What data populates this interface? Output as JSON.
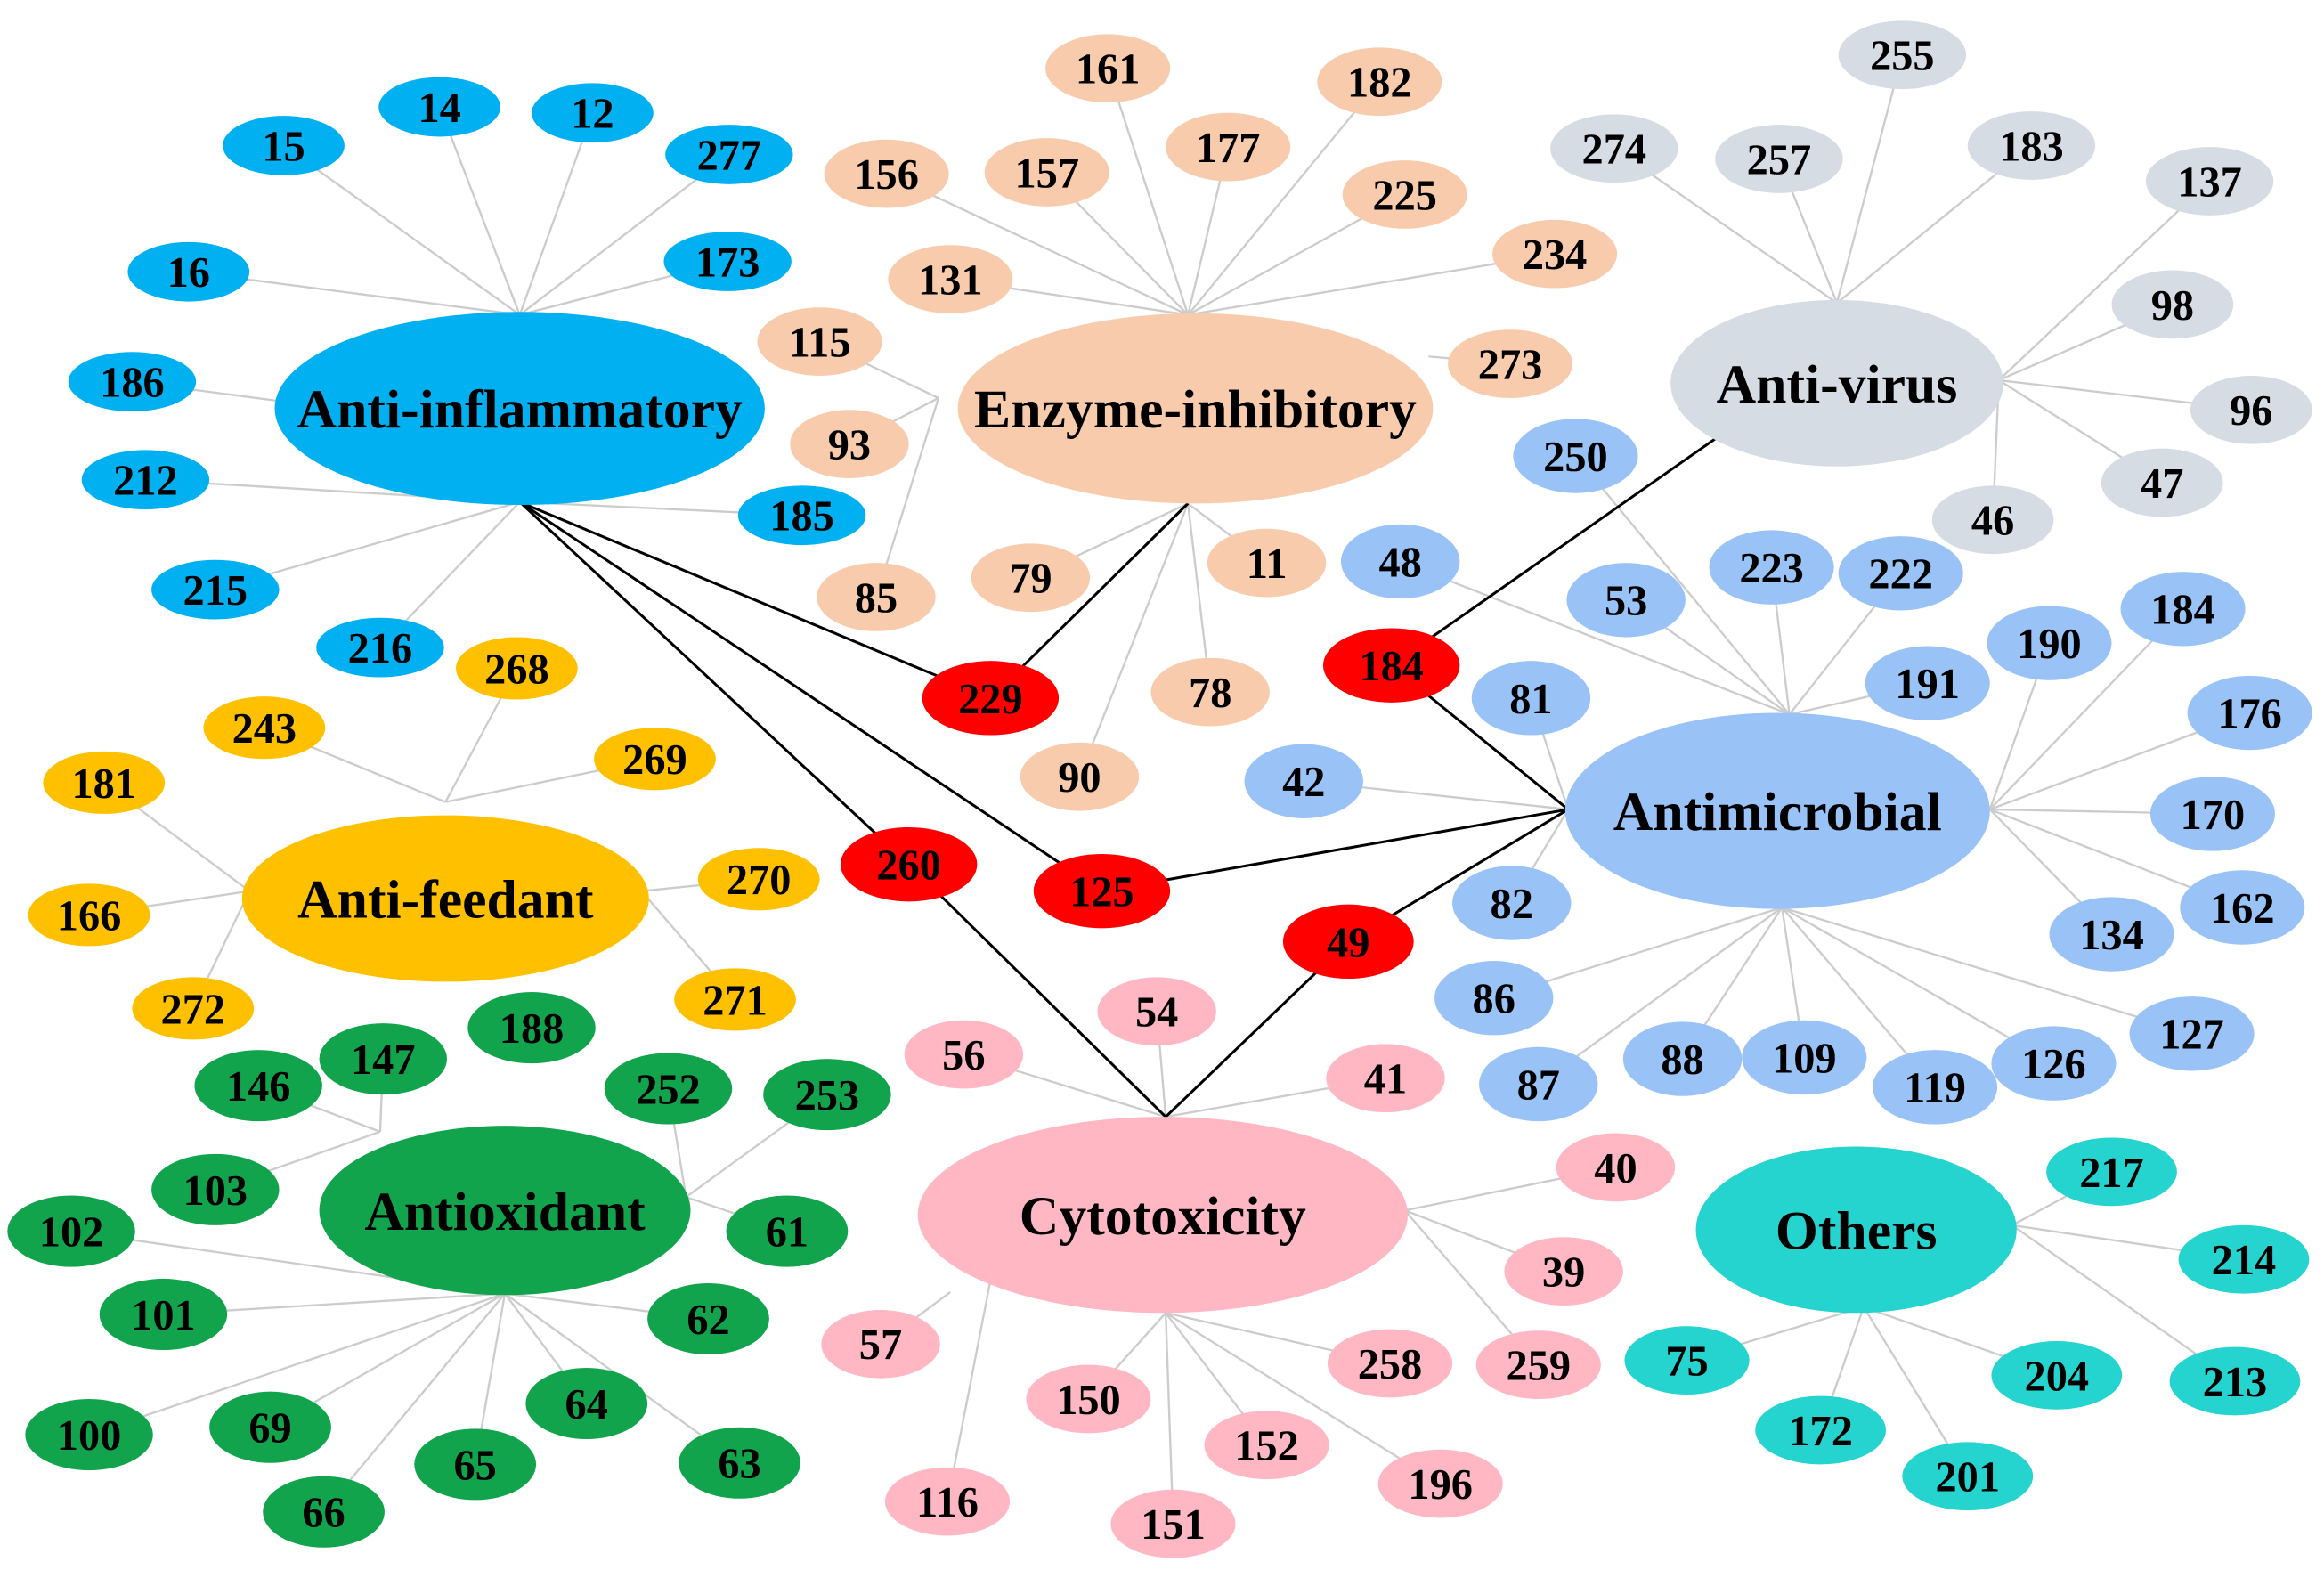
{
  "edge_color": "#cccccc",
  "shared_edge_color": "#000000",
  "groups": [
    {
      "label": "Anti-inflammatory",
      "color": "#00b0f0",
      "nodes": [
        "15",
        "14",
        "12",
        "277",
        "173",
        "16",
        "186",
        "212",
        "185",
        "215",
        "216"
      ]
    },
    {
      "label": "Enzyme-inhibitory",
      "color": "#f8cbad",
      "nodes": [
        "161",
        "182",
        "156",
        "157",
        "177",
        "225",
        "131",
        "234",
        "115",
        "273",
        "93",
        "85",
        "79",
        "11",
        "78",
        "90"
      ]
    },
    {
      "label": "Anti-virus",
      "color": "#d6dce4",
      "nodes": [
        "255",
        "274",
        "257",
        "183",
        "137",
        "98",
        "96",
        "47",
        "46"
      ]
    },
    {
      "label": "Antimicrobial",
      "color": "#99c2f7",
      "nodes": [
        "250",
        "48",
        "53",
        "223",
        "222",
        "191",
        "190",
        "184",
        "176",
        "170",
        "162",
        "134",
        "127",
        "81",
        "42",
        "82",
        "86",
        "87",
        "88",
        "109",
        "119",
        "126"
      ]
    },
    {
      "label": "Anti-feedant",
      "color": "#ffc000",
      "nodes": [
        "268",
        "243",
        "269",
        "181",
        "270",
        "166",
        "272",
        "271"
      ]
    },
    {
      "label": "Antioxidant",
      "color": "#11a44c",
      "nodes": [
        "188",
        "147",
        "146",
        "252",
        "253",
        "103",
        "61",
        "102",
        "101",
        "62",
        "100",
        "69",
        "64",
        "65",
        "63",
        "66"
      ]
    },
    {
      "label": "Cytotoxicity",
      "color": "#ffb7c4",
      "nodes": [
        "54",
        "56",
        "41",
        "40",
        "39",
        "57",
        "258",
        "259",
        "150",
        "152",
        "196",
        "116",
        "151"
      ]
    },
    {
      "label": "Others",
      "color": "#25d3cf",
      "nodes": [
        "217",
        "214",
        "75",
        "204",
        "213",
        "172",
        "201"
      ]
    }
  ],
  "shared": {
    "color": "#ff0000",
    "nodes": [
      {
        "label": "229",
        "links": [
          0,
          1
        ]
      },
      {
        "label": "260",
        "links": [
          0,
          6
        ]
      },
      {
        "label": "125",
        "links": [
          0,
          3
        ]
      },
      {
        "label": "184",
        "links": [
          2,
          3
        ]
      },
      {
        "label": "49",
        "links": [
          3,
          6
        ]
      }
    ]
  }
}
